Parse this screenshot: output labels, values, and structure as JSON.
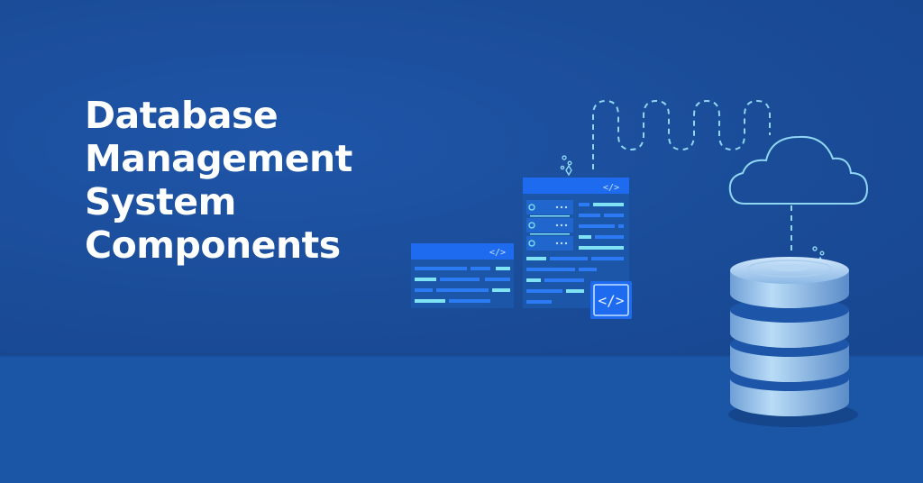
{
  "headline": {
    "line1": "Database",
    "line2": "Management",
    "line3": "System",
    "line4": "Components"
  },
  "icons": {
    "code_tag_glyph": "</>"
  },
  "colors": {
    "background": "#1a4b96",
    "floor": "#1b55a6",
    "headline_text": "#ffffff",
    "panel_header": "#1f6bf0",
    "accent_cyan": "#7fe3f5",
    "db_disc": "#9ec8f0"
  }
}
